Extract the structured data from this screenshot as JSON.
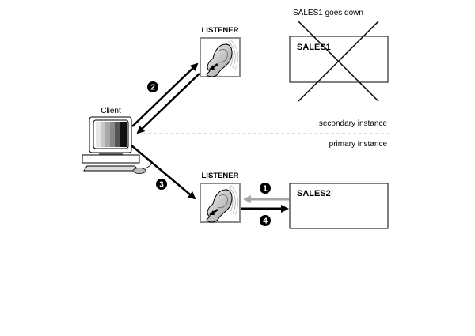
{
  "diagram": {
    "client": {
      "label": "Client"
    },
    "listener_secondary": {
      "label": "LISTENER"
    },
    "listener_primary": {
      "label": "LISTENER"
    },
    "sales1": {
      "label": "SALES1",
      "status_label": "SALES1 goes down"
    },
    "sales2": {
      "label": "SALES2"
    },
    "zones": {
      "secondary": "secondary instance",
      "primary": "primary instance"
    },
    "steps": [
      {
        "number": "1",
        "from": "SALES2",
        "to": "LISTENER (primary)",
        "color": "#a6a6a6"
      },
      {
        "number": "2",
        "from": "Client",
        "to": "LISTENER (secondary)",
        "bidirectional": true,
        "color": "#000000"
      },
      {
        "number": "3",
        "from": "Client",
        "to": "LISTENER (primary)",
        "color": "#000000"
      },
      {
        "number": "4",
        "from": "LISTENER (primary)",
        "to": "SALES2",
        "color": "#000000"
      }
    ],
    "colors": {
      "listener_border": "#8c8c8c",
      "divider": "#bfbfbf",
      "gray_arrow": "#a6a6a6"
    }
  }
}
